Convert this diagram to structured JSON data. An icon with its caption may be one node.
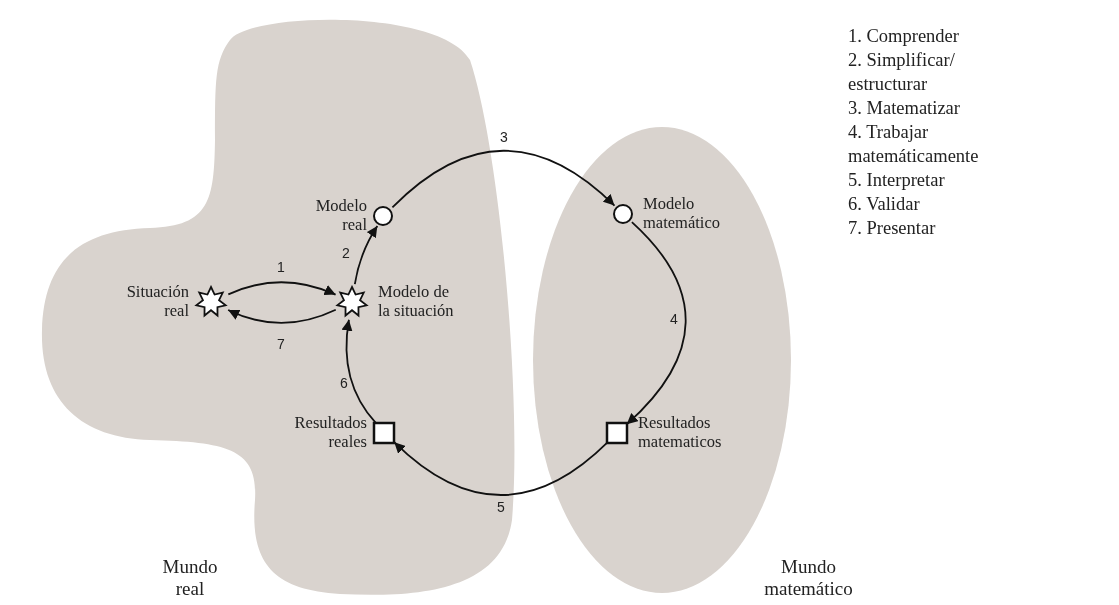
{
  "diagram": {
    "nodes": [
      {
        "text": [
          "Mundo real"
        ]
      },
      {
        "text": [
          "Mundo matemático"
        ]
      },
      {
        "text": [
          "Situación real"
        ],
        "in": 0
      },
      {
        "text": [
          "Modelo de la situación"
        ],
        "in": 0
      },
      {
        "text": [
          "Modelo real"
        ],
        "in": 0
      },
      {
        "text": [
          "Modelo matemático"
        ],
        "in": 1
      },
      {
        "text": [
          "Resultados matematicos"
        ],
        "in": 1
      },
      {
        "text": [
          "Resultados reales"
        ],
        "in": 0
      }
    ],
    "edges": [
      {
        "from": 2,
        "to": 3,
        "arrow": "to",
        "label": "1"
      },
      {
        "from": 3,
        "to": 2,
        "arrow": "to",
        "label": "7"
      },
      {
        "from": 3,
        "to": 4,
        "arrow": "to",
        "label": "2"
      },
      {
        "from": 4,
        "to": 5,
        "arrow": "to",
        "label": "3"
      },
      {
        "from": 5,
        "to": 6,
        "arrow": "to",
        "label": "4"
      },
      {
        "from": 6,
        "to": 7,
        "arrow": "to",
        "label": "5"
      },
      {
        "from": 7,
        "to": 3,
        "arrow": "to",
        "label": "6"
      }
    ],
    "labels": [
      "1. Comprender",
      "2. Simplificar/ estructurar",
      "3. Matematizar",
      "4. Trabajar matemáticamente",
      "5. Interpretar",
      "6. Validar",
      "7. Presentar"
    ]
  }
}
